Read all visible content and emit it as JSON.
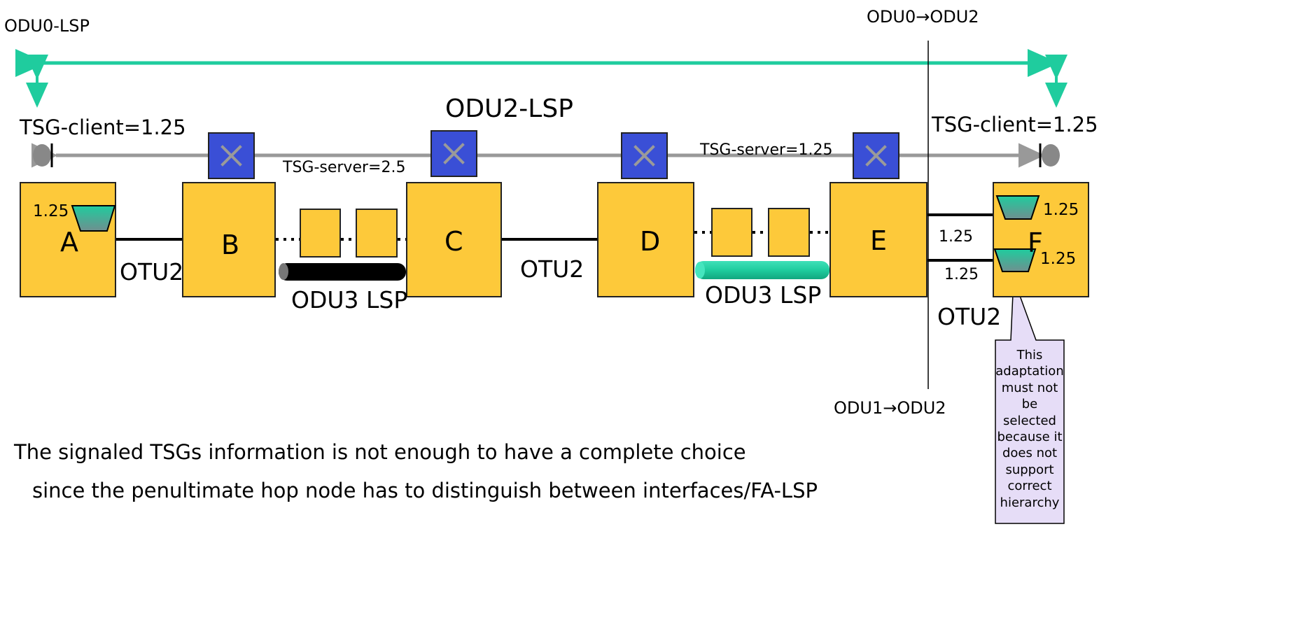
{
  "labels": {
    "odu0_lsp": "ODU0-LSP",
    "odu0_odu2": "ODU0→ODU2",
    "odu2_lsp": "ODU2-LSP",
    "tsg_client_left": "TSG-client=1.25",
    "tsg_client_right": "TSG-client=1.25",
    "tsg_server_left": "TSG-server=2.5",
    "tsg_server_right": "TSG-server=1.25",
    "odu1_odu2": "ODU1→ODU2",
    "otu2_ab": "OTU2",
    "otu2_cd": "OTU2",
    "otu2_ef": "OTU2",
    "odu3_lsp_bc": "ODU3 LSP",
    "odu3_lsp_de": "ODU3 LSP",
    "link_ef_top": "1.25",
    "link_ef_bottom": "1.25",
    "a_adapt": "1.25",
    "f_adapt_top": "1.25",
    "f_adapt_bottom": "1.25"
  },
  "nodes": {
    "a": "A",
    "b": "B",
    "c": "C",
    "d": "D",
    "e": "E",
    "f": "F"
  },
  "callout": {
    "text": "This adaptation must not be selected because it does not support correct hierarchy",
    "lines": [
      "This",
      "adaptation",
      "must not be",
      "selected",
      "because it",
      "does not",
      "support",
      "correct",
      "hierarchy"
    ]
  },
  "caption": {
    "line1": "The signaled TSGs information is not enough to have a complete choice",
    "line2": "since the penultimate hop node has to distinguish between interfaces/FA-LSP"
  },
  "colors": {
    "node_fill": "#FDC93A",
    "cross_connect_fill": "#3A4FD6",
    "odu0_arrow": "#1FCC9E",
    "odu2_arrow": "#999999",
    "callout_fill": "#E6DDF7"
  }
}
